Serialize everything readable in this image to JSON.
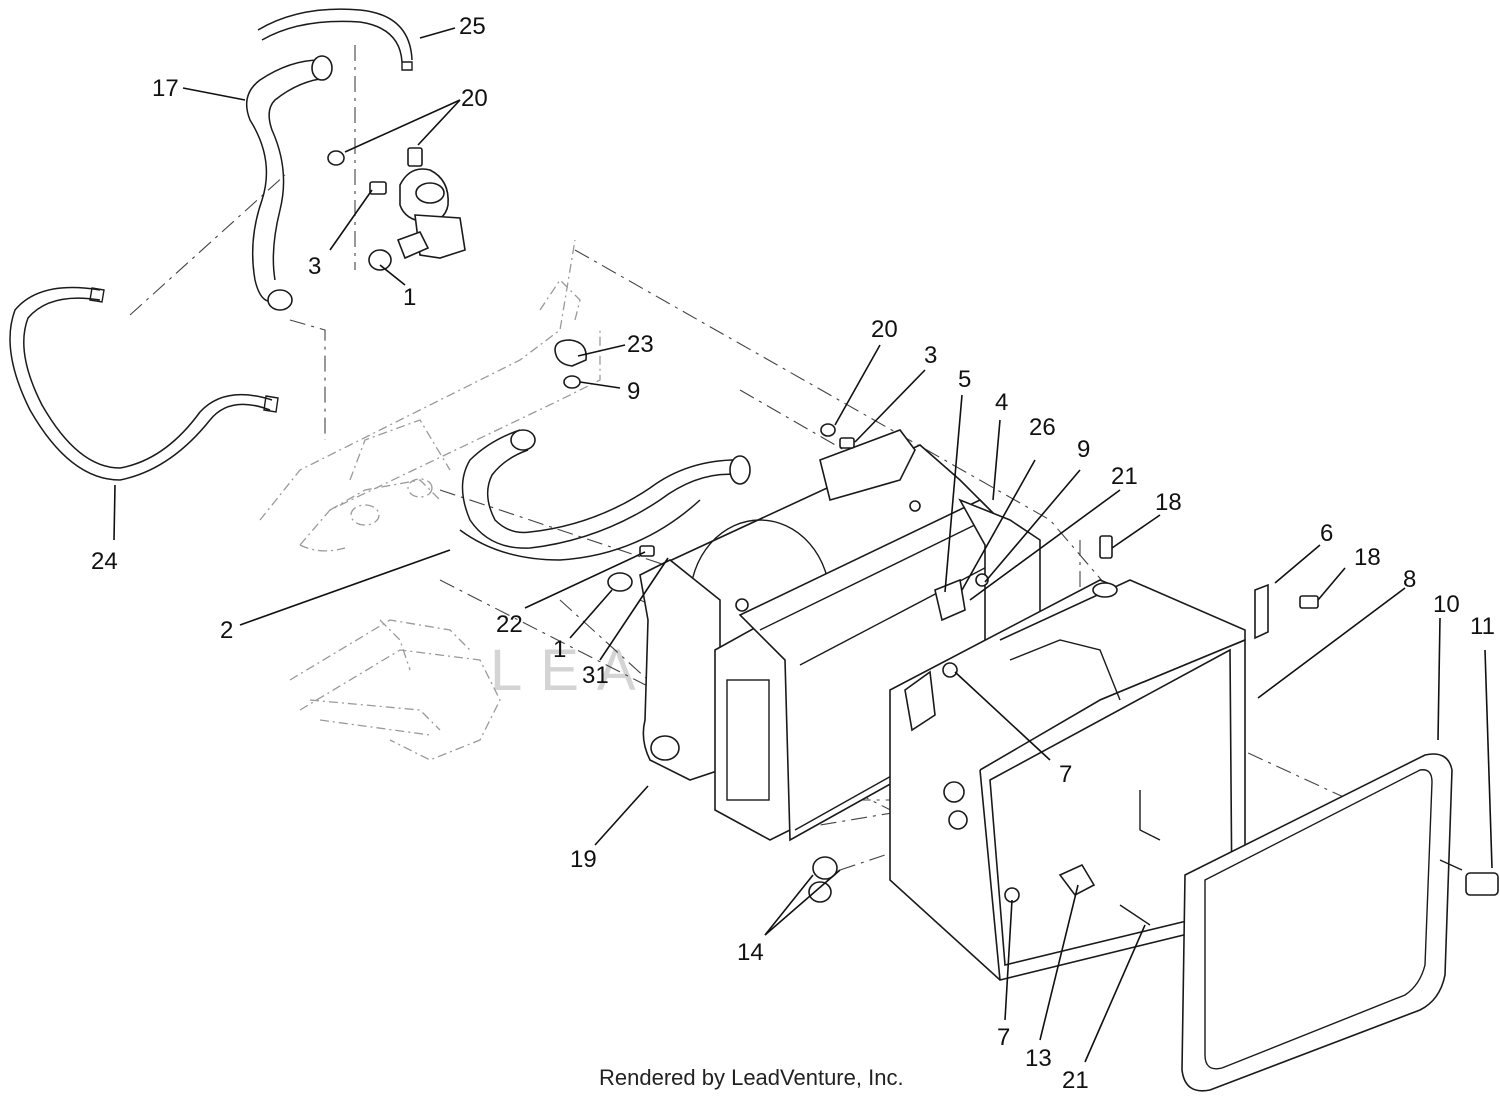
{
  "diagram": {
    "footer": "Rendered by LeadVenture, Inc.",
    "watermark": "LEADVENTURE",
    "callouts": [
      {
        "id": "c25a",
        "label": "25"
      },
      {
        "id": "c17",
        "label": "17"
      },
      {
        "id": "c20a",
        "label": "20"
      },
      {
        "id": "c3a",
        "label": "3"
      },
      {
        "id": "c1a",
        "label": "1"
      },
      {
        "id": "c23",
        "label": "23"
      },
      {
        "id": "c9a",
        "label": "9"
      },
      {
        "id": "c20b",
        "label": "20"
      },
      {
        "id": "c3b",
        "label": "3"
      },
      {
        "id": "c5",
        "label": "5"
      },
      {
        "id": "c4",
        "label": "4"
      },
      {
        "id": "c26",
        "label": "26"
      },
      {
        "id": "c9b",
        "label": "9"
      },
      {
        "id": "c21a",
        "label": "21"
      },
      {
        "id": "c18a",
        "label": "18"
      },
      {
        "id": "c24",
        "label": "24"
      },
      {
        "id": "c2",
        "label": "2"
      },
      {
        "id": "c22",
        "label": "22"
      },
      {
        "id": "c1b",
        "label": "1"
      },
      {
        "id": "c31",
        "label": "31"
      },
      {
        "id": "c6",
        "label": "6"
      },
      {
        "id": "c18b",
        "label": "18"
      },
      {
        "id": "c8",
        "label": "8"
      },
      {
        "id": "c10",
        "label": "10"
      },
      {
        "id": "c11",
        "label": "11"
      },
      {
        "id": "c7a",
        "label": "7"
      },
      {
        "id": "c19",
        "label": "19"
      },
      {
        "id": "c14",
        "label": "14"
      },
      {
        "id": "c7b",
        "label": "7"
      },
      {
        "id": "c13",
        "label": "13"
      },
      {
        "id": "c21b",
        "label": "21"
      }
    ]
  }
}
